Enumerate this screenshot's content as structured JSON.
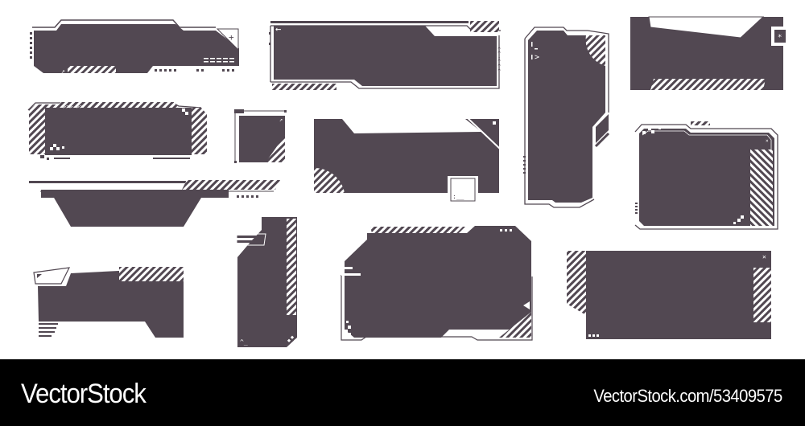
{
  "colors": {
    "frame_fill": "#524852",
    "stroke": "#524852",
    "background": "#ffffff",
    "footer_bg": "#000000",
    "footer_text": "#ffffff"
  },
  "frames": [
    {
      "id": "frame-1",
      "label": "",
      "glyphs": [
        "+",
        "↗",
        "===="
      ]
    },
    {
      "id": "frame-2",
      "label": "",
      "glyphs": [
        "←",
        "^-^^^"
      ]
    },
    {
      "id": "frame-3",
      "label": "",
      "glyphs": [
        "|_>"
      ]
    },
    {
      "id": "frame-4",
      "label": "",
      "glyphs": [
        "*"
      ]
    },
    {
      "id": "frame-5",
      "label": "",
      "glyphs": [
        ">>>->>"
      ]
    },
    {
      "id": "frame-6",
      "label": "",
      "glyphs": [
        "↗"
      ]
    },
    {
      "id": "frame-7",
      "label": "",
      "glyphs": [
        ":__"
      ]
    },
    {
      "id": "frame-8",
      "label": "",
      "glyphs": [
        "×"
      ]
    },
    {
      "id": "frame-9",
      "label": "",
      "glyphs": [
        "...."
      ]
    },
    {
      "id": "frame-10",
      "label": "",
      "glyphs": []
    },
    {
      "id": "frame-11",
      "label": "",
      "glyphs": [
        "^_"
      ]
    },
    {
      "id": "frame-12",
      "label": "",
      "glyphs": [
        "•••"
      ]
    },
    {
      "id": "frame-13",
      "label": "",
      "glyphs": [
        "✕",
        "•••"
      ]
    }
  ],
  "glyph_text": {
    "f1_plus": "+",
    "f2_arrow": "←",
    "f2_carets": [
      "^",
      "^",
      "-",
      "^",
      "^",
      "^"
    ],
    "f3_prompt": ">",
    "f4_star": "*",
    "f5_arrows": ">>>->>",
    "f7_prompt": ":__",
    "f11_prompt": "^_",
    "f13_close": "✕"
  },
  "footer": {
    "brand": "VectorStock",
    "reference": "VectorStock.com/53409575"
  }
}
